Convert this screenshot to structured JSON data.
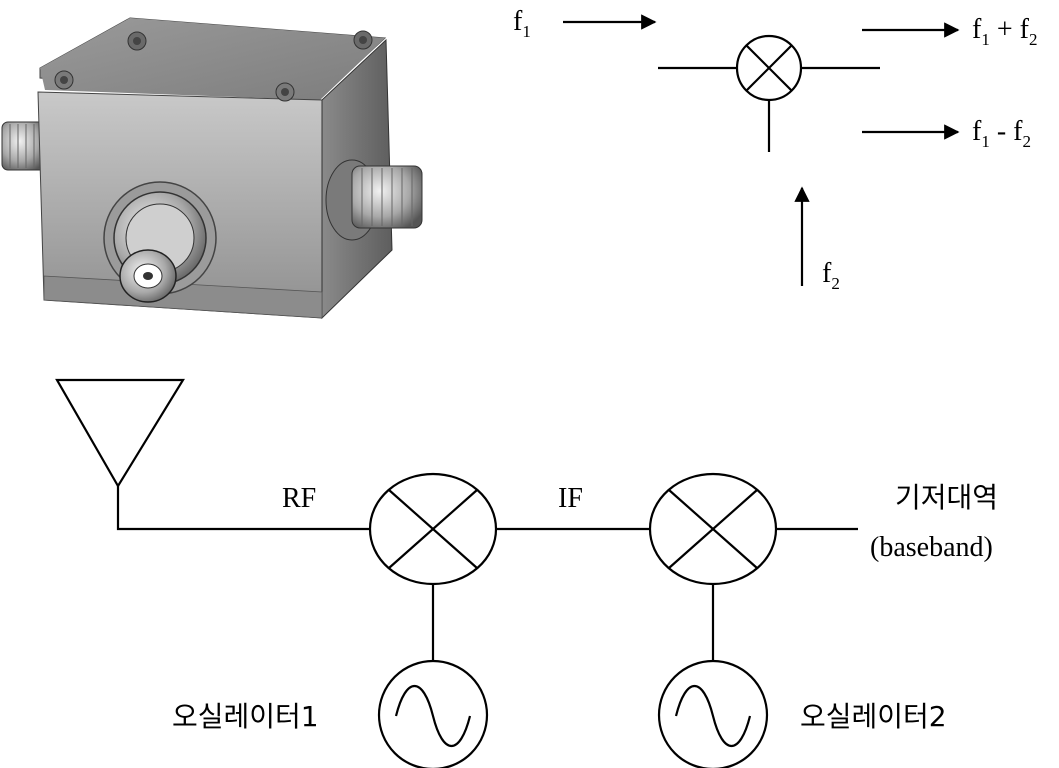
{
  "mixer_symbol": {
    "input1": {
      "main": "f",
      "sub": "1"
    },
    "input2": {
      "main": "f",
      "sub": "2"
    },
    "sum_output": {
      "a": "f",
      "a_sub": "1",
      "op": " + ",
      "b": "f",
      "b_sub": "2"
    },
    "difference_output": {
      "a": "f",
      "a_sub": "1",
      "op": " - ",
      "b": "f",
      "b_sub": "2"
    }
  },
  "receiver_chain": {
    "rf_label": "RF",
    "if_label": "IF",
    "baseband_label_korean": "기저대역",
    "baseband_label_english": "(baseband)",
    "oscillator1_label": "오실레이터1",
    "oscillator2_label": "오실레이터2"
  },
  "photo": {
    "subject": "rf-mixer-module-photo"
  }
}
